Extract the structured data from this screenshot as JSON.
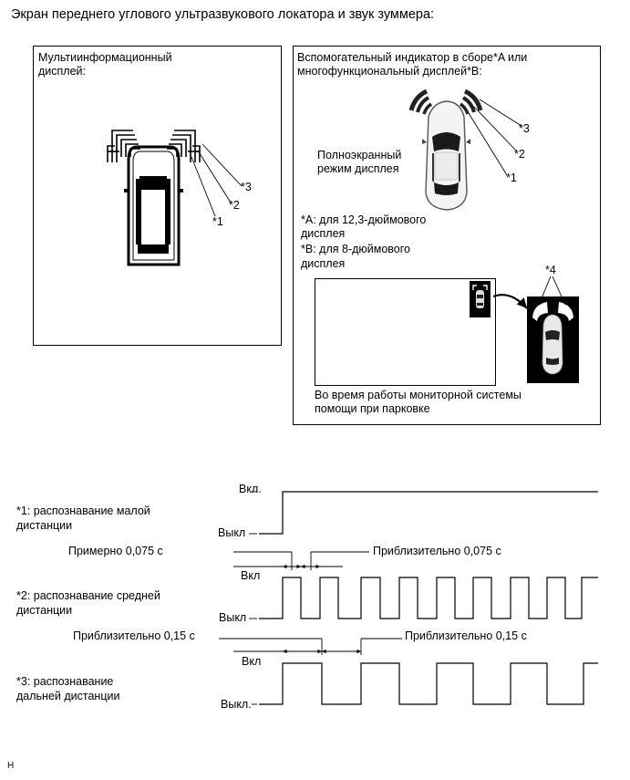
{
  "title": "Экран переднего углового ультразвукового локатора и звук зуммера:",
  "left_panel": {
    "heading_line1": "Мультиинформационный",
    "heading_line2": "дисплей:",
    "callouts": [
      "*1",
      "*2",
      "*3"
    ]
  },
  "right_panel": {
    "heading_line1": "Вспомогательный индикатор в сборе*A или",
    "heading_line2": "многофункциональный дисплей*B:",
    "callouts": [
      "*1",
      "*2",
      "*3"
    ],
    "fullscreen_line1": "Полноэкранный",
    "fullscreen_line2": "режим дисплея",
    "note_a_line1": "*A: для 12,3-дюймового",
    "note_a_line2": "дисплея",
    "note_b_line1": "*B: для 8-дюймового",
    "note_b_line2": "дисплея",
    "callout4": "*4",
    "pa_line1": "Во время работы мониторной системы",
    "pa_line2": "помощи при парковке"
  },
  "timing": {
    "r1_label_line1": "*1: распознавание малой",
    "r1_label_line2": "дистанции",
    "r1_on": "Вкл.",
    "r1_off": "Выкл",
    "r2_time_left": "Примерно 0,075 с",
    "r2_time_right": "Приблизительно 0,075 с",
    "r2_label_line1": "*2: распознавание средней",
    "r2_label_line2": "дистанции",
    "r2_on": "Вкл",
    "r2_off": "Выкл",
    "r3_time_left": "Приблизительно 0,15 с",
    "r3_time_right": "Приблизительно 0,15 с",
    "r3_label_line1": "*3: распознавание",
    "r3_label_line2": "дальней дистанции",
    "r3_on": "Вкл",
    "r3_off": "Выкл."
  },
  "footer_code": "H"
}
